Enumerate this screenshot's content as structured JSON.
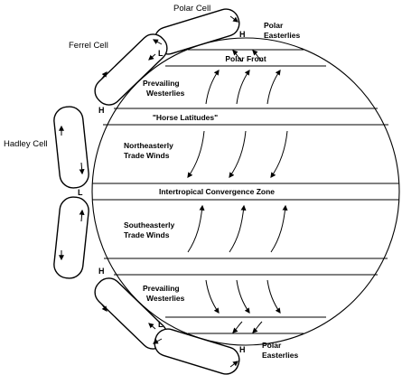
{
  "cells": {
    "polar": "Polar Cell",
    "ferrel": "Ferrel Cell",
    "hadley": "Hadley Cell"
  },
  "bands": {
    "polar_easterlies_n": [
      "Polar",
      "Easterlies"
    ],
    "polar_front": "Polar Front",
    "westerlies_n": [
      "Prevailing",
      "Westerlies"
    ],
    "horse_latitudes": "\"Horse Latitudes\"",
    "ne_trades": [
      "Northeasterly",
      "Trade Winds"
    ],
    "itcz": "Intertropical Convergence Zone",
    "se_trades": [
      "Southeasterly",
      "Trade Winds"
    ],
    "westerlies_s": [
      "Prevailing",
      "Westerlies"
    ],
    "polar_easterlies_s": [
      "Polar",
      "Easterlies"
    ]
  },
  "pressure": {
    "h_top": "H",
    "l_upper": "L",
    "h_upper": "H",
    "l_equator": "L",
    "h_lower": "H",
    "l_lower": "L",
    "h_bottom": "H"
  }
}
